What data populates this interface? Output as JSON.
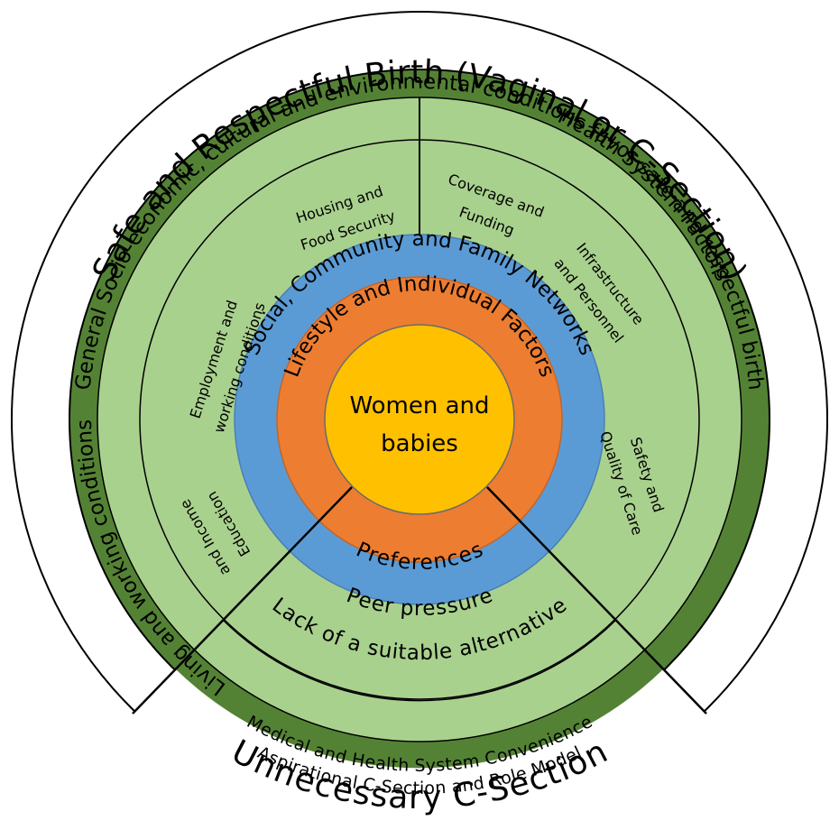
{
  "outer_ring": {
    "top_label": "Safe and Respectful Birth (Vaginal or C-Section)",
    "bottom_label": "Unnecessary C-Section"
  },
  "dark_green_ring": {
    "top_label": "General Socio-economic, cultural and environmental conditions favor safe and respectful birth",
    "bottom_label": "Aspirational C-Section and Role Model"
  },
  "light_green_ring": {
    "bottom_label": "Medical and Health System Convenience"
  },
  "living_working": {
    "title": "Living and working conditions",
    "items": [
      {
        "lines": [
          "Housing and",
          "Food Security"
        ]
      },
      {
        "lines": [
          "Employment and",
          "working conditions"
        ]
      },
      {
        "lines": [
          "Education",
          "and Income"
        ]
      }
    ]
  },
  "health_system": {
    "title": "Health System Factors",
    "items": [
      {
        "lines": [
          "Coverage and",
          "Funding"
        ]
      },
      {
        "lines": [
          "Infrastructure",
          "and Personnel"
        ]
      },
      {
        "lines": [
          "Safety and",
          "Quality of Care"
        ]
      }
    ]
  },
  "bottom_segment": {
    "label": "Lack of a suitable alternative"
  },
  "networks_ring": {
    "top_label": "Social, Community and Family Networks",
    "bottom_label": "Peer pressure"
  },
  "lifestyle_ring": {
    "top_label": "Lifestyle and Individual Factors",
    "bottom_label": "Preferences"
  },
  "center": {
    "lines": [
      "Women and",
      "babies"
    ]
  },
  "colors": {
    "outer": "#ffffff",
    "dark_green": "#548235",
    "light_green": "#a9d18e",
    "blue": "#5b9bd5",
    "orange": "#ed7d31",
    "yellow": "#ffc000",
    "stroke": "#000000"
  }
}
